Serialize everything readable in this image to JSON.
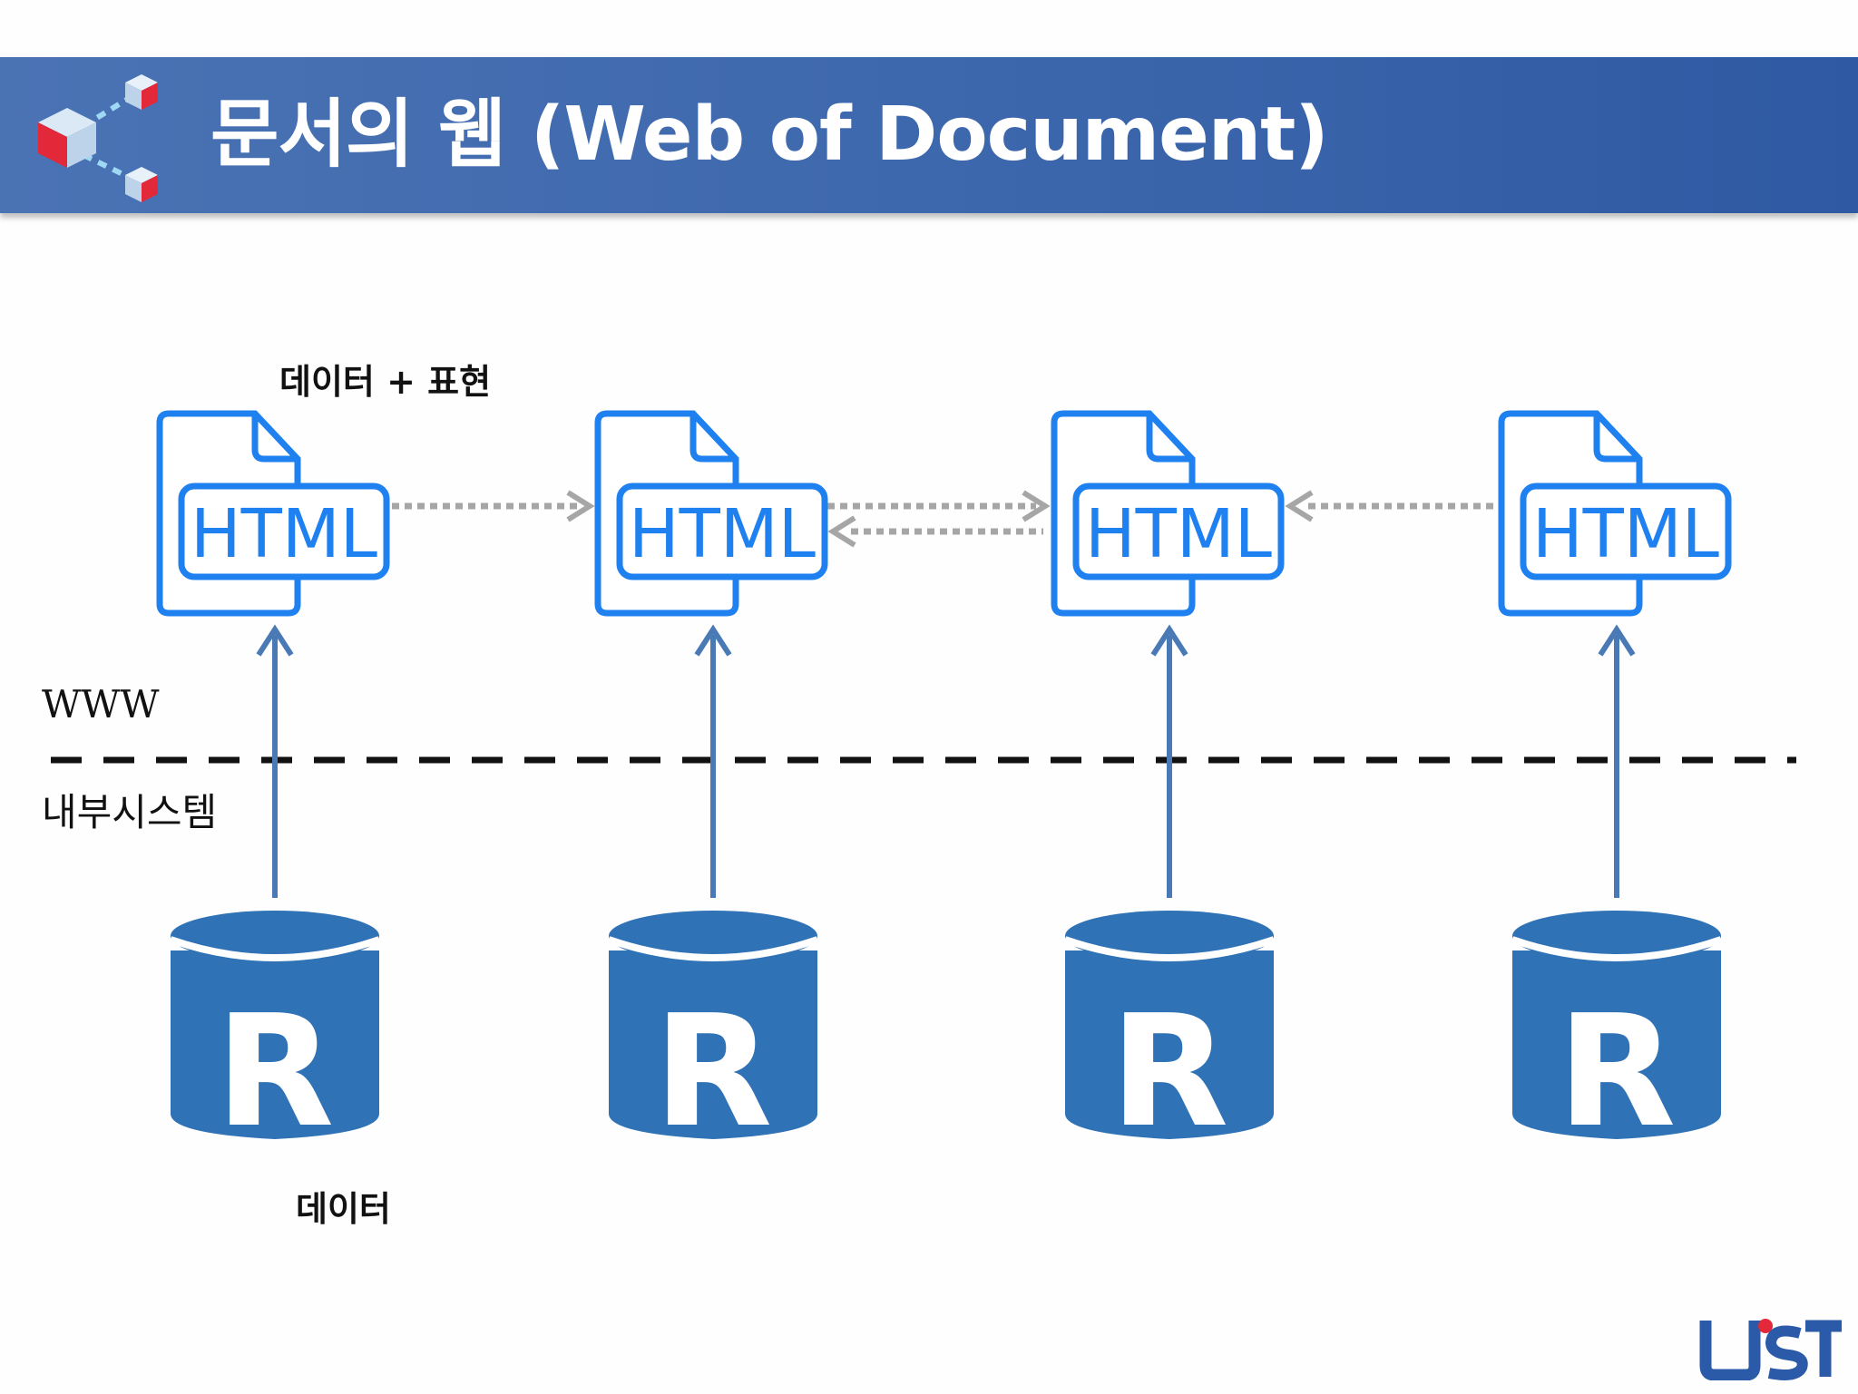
{
  "slide": {
    "title": "문서의 웹 (Web of Document)"
  },
  "diagram": {
    "top_label": "데이터 + 표현",
    "layer_upper": "WWW",
    "layer_lower": "내부시스템",
    "bottom_label": "데이터",
    "document_label": "HTML",
    "database_label": "R",
    "documents": [
      {
        "label": "HTML"
      },
      {
        "label": "HTML"
      },
      {
        "label": "HTML"
      },
      {
        "label": "HTML"
      }
    ],
    "databases": [
      {
        "label": "R"
      },
      {
        "label": "R"
      },
      {
        "label": "R"
      },
      {
        "label": "R"
      }
    ],
    "links": [
      {
        "from": 1,
        "to": 2
      },
      {
        "from": 2,
        "to": 3
      },
      {
        "from": 3,
        "to": 2
      },
      {
        "from": 4,
        "to": 3
      }
    ],
    "colors": {
      "document": "#1f80f0",
      "database": "#2f72b6",
      "arrow_up": "#4a7ab5",
      "link": "#a6a6a6",
      "divider": "#111111"
    }
  },
  "brand": {
    "logo_text": "UST"
  }
}
